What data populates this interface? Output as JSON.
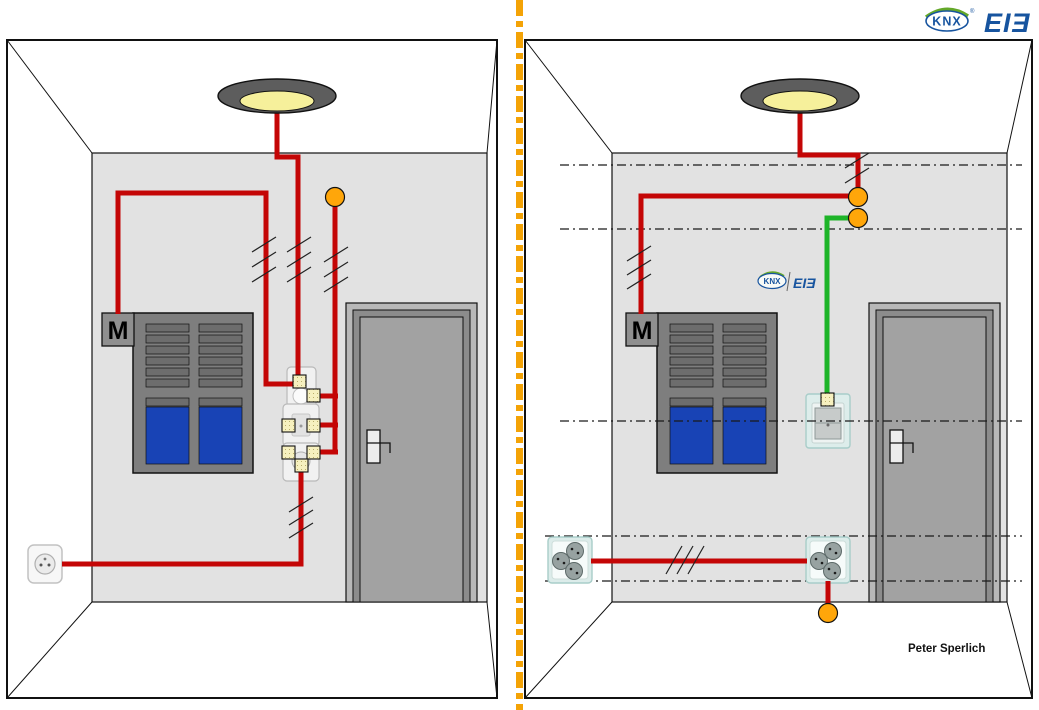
{
  "logo": {
    "knx": "KNX",
    "eib": "EIƎ",
    "registered": "®"
  },
  "bus_logo": {
    "knx": "KNX",
    "eib": "EIƎ"
  },
  "left_room": {
    "motor_label": "M"
  },
  "right_room": {
    "motor_label": "M"
  },
  "credit": "Peter Sperlich",
  "colors": {
    "mains_wire_red": "#c40606",
    "bus_wire_green": "#1db428",
    "junction_orange": "#ffa60a",
    "separator_orange": "#f4a306",
    "wall_gray": "#e2e2e2",
    "window_pane_blue": "#1843b5",
    "logo_blue": "#17549f",
    "logo_green": "#64a829"
  }
}
